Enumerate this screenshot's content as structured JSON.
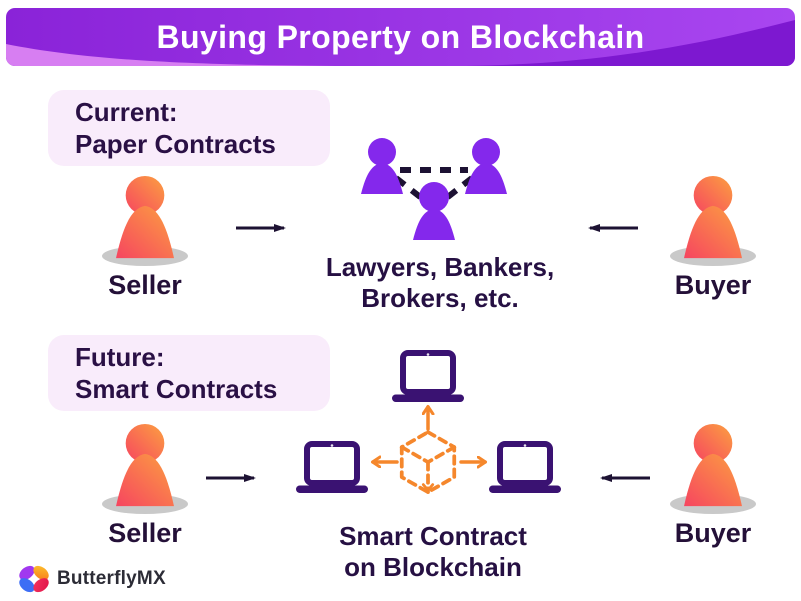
{
  "header": {
    "title": "Buying Property on Blockchain"
  },
  "sections": {
    "current": {
      "badge_line1": "Current:",
      "badge_line2": "Paper Contracts",
      "seller_label": "Seller",
      "buyer_label": "Buyer",
      "caption_line1": "Lawyers, Bankers,",
      "caption_line2": "Brokers, etc."
    },
    "future": {
      "badge_line1": "Future:",
      "badge_line2": "Smart Contracts",
      "seller_label": "Seller",
      "buyer_label": "Buyer",
      "caption_line1": "Smart Contract",
      "caption_line2": "on Blockchain"
    }
  },
  "footer": {
    "brand": "ButterflyMX"
  },
  "icons": {
    "seller": "person-pawn-icon",
    "buyer": "person-pawn-icon",
    "intermediaries": "people-group-icon",
    "computer": "laptop-icon",
    "smart_contract": "dashed-cube-icon",
    "brand_logo": "butterfly-icon",
    "flow_dark": "arrow-icon",
    "flow_orange": "orange-arrow-icon"
  },
  "colors": {
    "banner_purple_dark": "#7d18d0",
    "banner_purple_mid": "#8a23d8",
    "banner_purple_light": "#a946f0",
    "banner_wave_light": "#d77ef2",
    "badge_bg": "#f9ecfb",
    "text_dark_purple": "#261043",
    "pawn_gradient_start": "#f64560",
    "pawn_gradient_end": "#fca040",
    "person_violet": "#8428ec",
    "laptop_purple": "#3a1272",
    "accent_orange": "#f5872c",
    "arrow_dark": "#1d1233",
    "shadow_gray": "#c9c9c9"
  }
}
